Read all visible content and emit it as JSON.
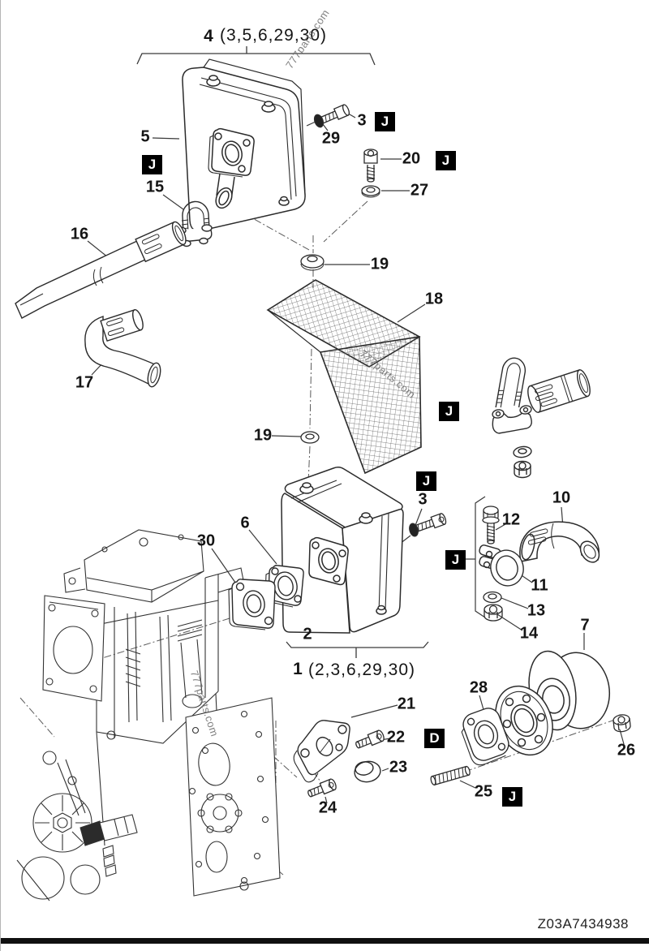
{
  "page": {
    "footer_code": "Z03A7434938",
    "watermark": "777parts.com"
  },
  "groups": {
    "upper": {
      "num": "4",
      "refs": "(3,5,6,29,30)"
    },
    "lower": {
      "num": "1",
      "refs": "(2,3,6,29,30)"
    }
  },
  "badges": {
    "j": "J",
    "d": "D"
  },
  "labels": {
    "n2": "2",
    "n3": "3",
    "n5": "5",
    "n6": "6",
    "n7": "7",
    "n10": "10",
    "n11": "11",
    "n12": "12",
    "n13": "13",
    "n14": "14",
    "n15": "15",
    "n16": "16",
    "n17": "17",
    "n18": "18",
    "n19": "19",
    "n20": "20",
    "n21": "21",
    "n22": "22",
    "n23": "23",
    "n24": "24",
    "n25": "25",
    "n26": "26",
    "n27": "27",
    "n28": "28",
    "n29": "29",
    "n30": "30"
  },
  "colors": {
    "line": "#2b2b2b",
    "leader": "#3a3a3a",
    "dashdot": "#5a5a5a",
    "badge_bg": "#000000",
    "badge_fg": "#ffffff",
    "footer_bar": "#101010",
    "watermark": "#6b6b6b"
  }
}
